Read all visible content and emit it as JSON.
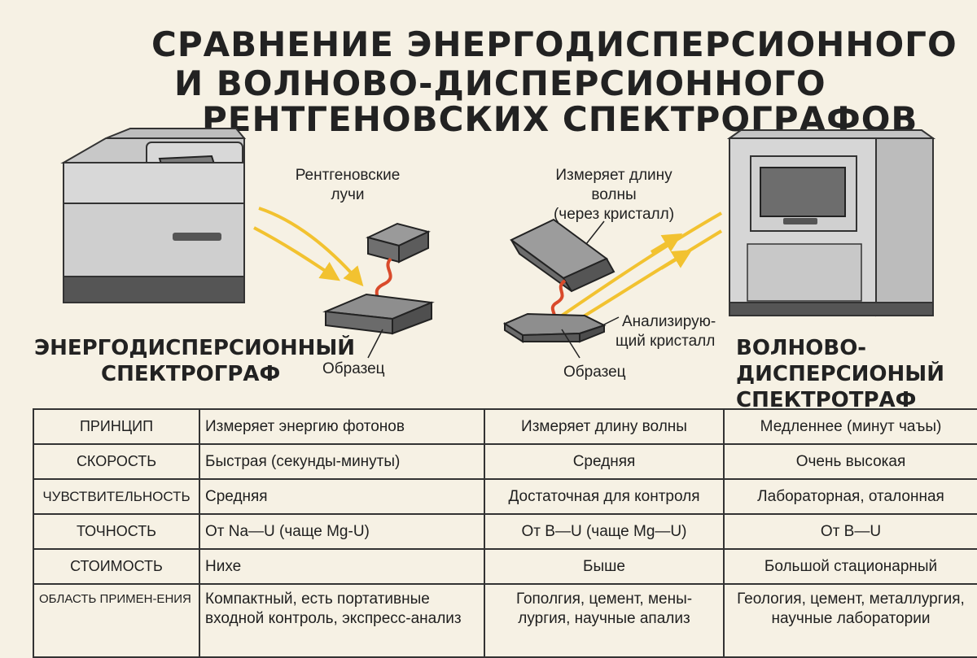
{
  "title": {
    "line1": "СРАВНЕНИЕ ЭНЕРГОДИСПЕРСИОННОГО",
    "line2": "И ВОЛНОВО-ДИСПЕРСИОННОГО",
    "line3": "РЕНТГЕНОВСКИХ СПЕКТРОГРАФОВ"
  },
  "devices": {
    "left": {
      "line1": "ЭНЕРГОДИСПЕРСИОННЫЙ",
      "line2": "СПЕКТРОГРАФ"
    },
    "right": {
      "line1": "ВОЛНОВО-",
      "line2": "ДИСПЕРСИОНЫЙ",
      "line3": "СПЕКТРОТРАФ"
    }
  },
  "callouts": {
    "xrays": {
      "line1": "Рентгеновские",
      "line2": "лучи"
    },
    "sample_left": "Образец",
    "wavelength": {
      "line1": "Измеряет длину",
      "line2": "волны",
      "line3": "(через кристалл)"
    },
    "crystal": {
      "line1": "Анализирую-",
      "line2": "щий кристалл"
    },
    "sample_right": "Образец"
  },
  "colors": {
    "background": "#f6f1e4",
    "xray_beam": "#f2c230",
    "emission": "#d94a2b",
    "device_body": "#d6d6d6",
    "device_base": "#555555"
  },
  "table": {
    "rows": [
      {
        "param": "ПРИНЦИП",
        "col1": "Измеряет энергию фотонов",
        "col2": "Измеряет длину волны",
        "col3": "Медленнее (минут чаъы)"
      },
      {
        "param": "СКОРОСТЬ",
        "col1": "Быстрая (секунды-минуты)",
        "col2": "Средняя",
        "col3": "Очень высокая"
      },
      {
        "param": "ЧУВСТВИТЕЛЬНОСТЬ",
        "col1": "Средняя",
        "col2": "Достаточная для контроля",
        "col3": "Лабораторная, оталонная"
      },
      {
        "param": "ТОЧНОСТЬ",
        "col1": "От Na—U (чаще Mg-U)",
        "col2": "От B—U (чаще Mg—U)",
        "col3": "От B—U"
      },
      {
        "param": "СТОИМОСТЬ",
        "col1": "Нихе",
        "col2": "Быше",
        "col3": "Большой стационарный"
      },
      {
        "param": "ОБЛАСТЬ ПРИМЕН-ЕНИЯ",
        "col1": "Компактный, есть портативные входной контроль, экспресс-анализ",
        "col2": "Гополгия, цемент, мены-лургия, научные апализ",
        "col3": "Геология, цемент, металлургия, научные лаборатории"
      }
    ]
  }
}
